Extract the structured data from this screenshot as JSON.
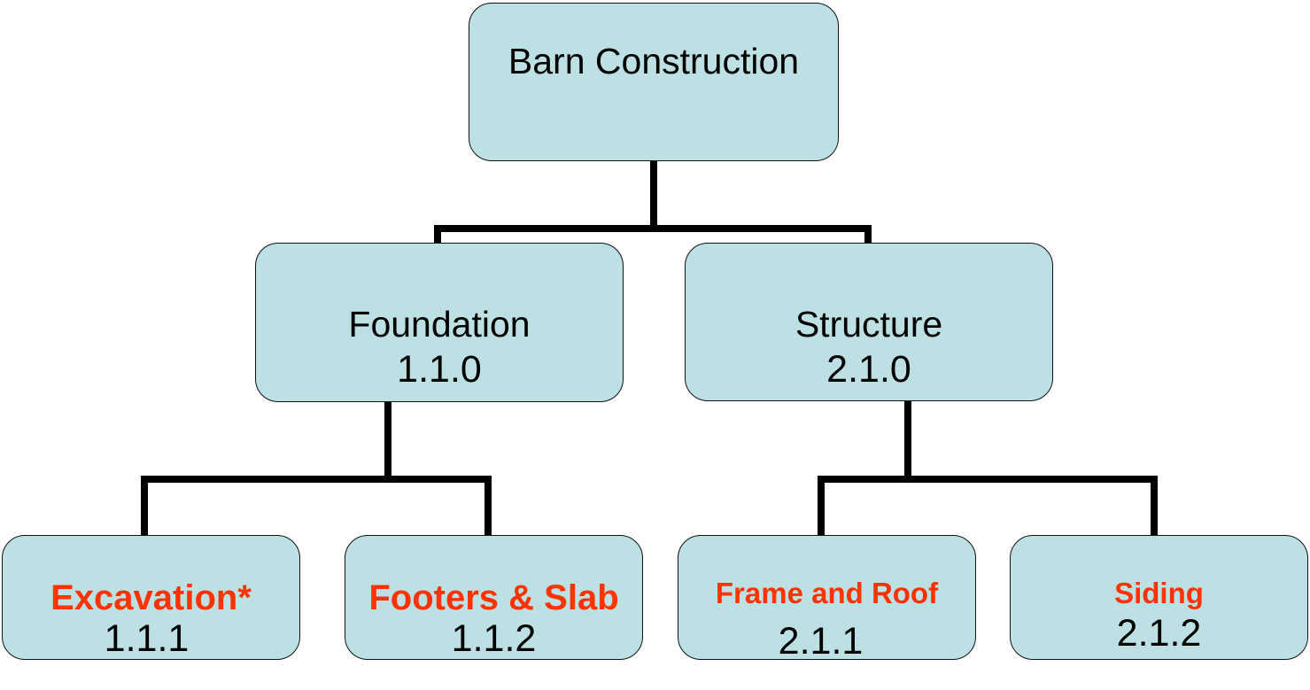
{
  "diagram": {
    "root": {
      "label": "Barn Construction"
    },
    "level2": [
      {
        "label": "Foundation",
        "code": "1.1.0"
      },
      {
        "label": "Structure",
        "code": "2.1.0"
      }
    ],
    "level3": [
      {
        "label": "Excavation*",
        "code": "1.1.1"
      },
      {
        "label": "Footers & Slab",
        "code": "1.1.2"
      },
      {
        "label": "Frame and Roof",
        "code": "2.1.1"
      },
      {
        "label": "Siding",
        "code": "2.1.2"
      }
    ],
    "colors": {
      "box_fill": "#bce0e3",
      "highlight_text": "#ff3300",
      "connector": "#000000"
    }
  }
}
